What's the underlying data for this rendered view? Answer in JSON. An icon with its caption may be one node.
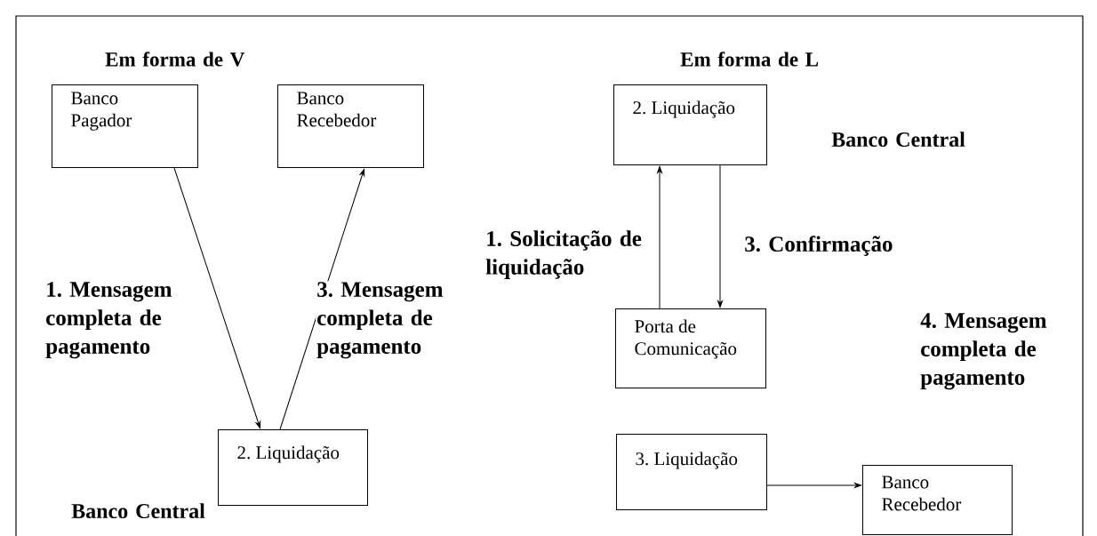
{
  "diagram": {
    "nodes": [
      {
        "text": [
          "Banco Pagador"
        ]
      },
      {
        "text": [
          "Banco Recebedor"
        ]
      },
      {
        "text": [
          "2. Liquidação"
        ]
      },
      {
        "text": [
          "2. Liquidação"
        ]
      },
      {
        "text": [
          "Porta de Comunicação"
        ]
      },
      {
        "text": [
          "3. Liquidação"
        ]
      },
      {
        "text": [
          "Banco Recebedor"
        ]
      }
    ],
    "edges": [
      {
        "from": 0,
        "to": 2,
        "arrow": "to",
        "label": "1. Mensagem completa de pagamento"
      },
      {
        "from": 2,
        "to": 1,
        "arrow": "to",
        "label": "3. Mensagem completa de pagamento"
      },
      {
        "from": 4,
        "to": 3,
        "arrow": "to",
        "label": "1. Solicitação de liquidação"
      },
      {
        "from": 3,
        "to": 4,
        "arrow": "to",
        "label": "3. Confirmação"
      },
      {
        "from": 5,
        "to": 6,
        "arrow": "to"
      }
    ],
    "labels": [
      "Em forma de V",
      "Em forma de L",
      "Banco Central",
      "4. Mensagem completa de pagamento",
      "Banco Central"
    ]
  }
}
